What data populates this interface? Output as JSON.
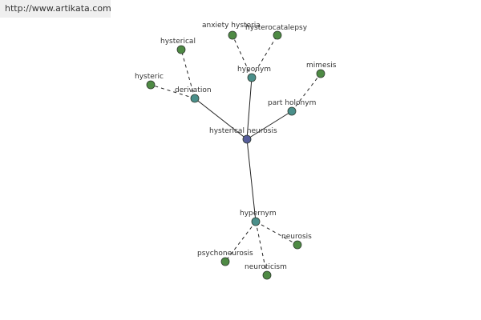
{
  "watermark": {
    "url": "http://www.artikata.com"
  },
  "colors": {
    "center": "#565d9b",
    "relation": "#4a8f8a",
    "leaf": "#4e8a44",
    "node_stroke": "#2f3a2f",
    "edge": "#222222"
  },
  "graph": {
    "nodes": [
      {
        "id": "center",
        "label": "hysterical neurosis",
        "kind": "center"
      },
      {
        "id": "derivation",
        "label": "derivation",
        "kind": "relation"
      },
      {
        "id": "hyponym",
        "label": "hyponym",
        "kind": "relation"
      },
      {
        "id": "part_holonym",
        "label": "part holonym",
        "kind": "relation"
      },
      {
        "id": "hypernym",
        "label": "hypernym",
        "kind": "relation"
      },
      {
        "id": "hysterical",
        "label": "hysterical",
        "kind": "leaf"
      },
      {
        "id": "hysteric",
        "label": "hysteric",
        "kind": "leaf"
      },
      {
        "id": "anxiety_hysteria",
        "label": "anxiety hysteria",
        "kind": "leaf"
      },
      {
        "id": "hysterocatalepsy",
        "label": "hysterocatalepsy",
        "kind": "leaf"
      },
      {
        "id": "mimesis",
        "label": "mimesis",
        "kind": "leaf"
      },
      {
        "id": "neurosis",
        "label": "neurosis",
        "kind": "leaf"
      },
      {
        "id": "psychoneurosis",
        "label": "psychoneurosis",
        "kind": "leaf"
      },
      {
        "id": "neuroticism",
        "label": "neuroticism",
        "kind": "leaf"
      }
    ],
    "edges": [
      {
        "from": "center",
        "to": "derivation",
        "style": "solid"
      },
      {
        "from": "center",
        "to": "hyponym",
        "style": "solid"
      },
      {
        "from": "center",
        "to": "part_holonym",
        "style": "solid"
      },
      {
        "from": "center",
        "to": "hypernym",
        "style": "solid"
      },
      {
        "from": "derivation",
        "to": "hysterical",
        "style": "dashed"
      },
      {
        "from": "derivation",
        "to": "hysteric",
        "style": "dashed"
      },
      {
        "from": "hyponym",
        "to": "anxiety_hysteria",
        "style": "dashed"
      },
      {
        "from": "hyponym",
        "to": "hysterocatalepsy",
        "style": "dashed"
      },
      {
        "from": "part_holonym",
        "to": "mimesis",
        "style": "dashed"
      },
      {
        "from": "hypernym",
        "to": "neurosis",
        "style": "dashed"
      },
      {
        "from": "hypernym",
        "to": "psychoneurosis",
        "style": "dashed"
      },
      {
        "from": "hypernym",
        "to": "neuroticism",
        "style": "dashed"
      }
    ]
  }
}
